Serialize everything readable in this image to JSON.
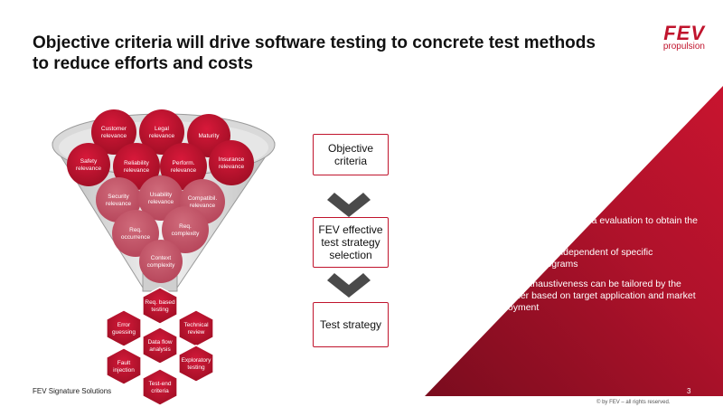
{
  "title": "Objective criteria will drive software testing to concrete test methods to reduce efforts and costs",
  "logo": {
    "mark": "FEV",
    "sub": "propulsion"
  },
  "funnel": {
    "circles": [
      {
        "label": [
          "Customer",
          "relevance"
        ],
        "style": "dark"
      },
      {
        "label": [
          "Legal",
          "relevance"
        ],
        "style": "dark"
      },
      {
        "label": [
          "Maturity"
        ],
        "style": "dark"
      },
      {
        "label": [
          "Safety",
          "relevance"
        ],
        "style": "dark"
      },
      {
        "label": [
          "Reliability",
          "relevance"
        ],
        "style": "dark"
      },
      {
        "label": [
          "Perform.",
          "relevance"
        ],
        "style": "dark"
      },
      {
        "label": [
          "Insurance",
          "relevance"
        ],
        "style": "dark"
      },
      {
        "label": [
          "Security",
          "relevance"
        ],
        "style": "light"
      },
      {
        "label": [
          "Usability",
          "relevance"
        ],
        "style": "light"
      },
      {
        "label": [
          "Compatibil.",
          "relevance"
        ],
        "style": "light"
      },
      {
        "label": [
          "Req.",
          "occurrence"
        ],
        "style": "light"
      },
      {
        "label": [
          "Req.",
          "complexity"
        ],
        "style": "light"
      },
      {
        "label": [
          "Context",
          "complexity"
        ],
        "style": "light"
      }
    ]
  },
  "hexagons": [
    {
      "label": [
        "Req. based",
        "testing"
      ]
    },
    {
      "label": [
        "Error",
        "guessing"
      ]
    },
    {
      "label": [
        "Technical",
        "review"
      ]
    },
    {
      "label": [
        "Data flow",
        "analysis"
      ]
    },
    {
      "label": [
        "Fault",
        "injection"
      ]
    },
    {
      "label": [
        "Exploratory",
        "testing"
      ]
    },
    {
      "label": [
        "Test-end",
        "criteria"
      ]
    }
  ],
  "flow": {
    "box1": "Objective criteria",
    "box2": "FEV effective test strategy selection",
    "box3": "Test strategy"
  },
  "bullets": [
    "Product or feature criteria evaluation to obtain the failure risk-class",
    "Test strategy is independent of specific application programs",
    "Testing exhaustiveness can be tailored by the customer based on target application and market deployment"
  ],
  "footer": {
    "left": "FEV Signature Solutions",
    "page": "3",
    "copyright": "© by FEV – all rights reserved."
  },
  "colors": {
    "accent": "#c0142d",
    "dark_red": "#8a0f22"
  }
}
